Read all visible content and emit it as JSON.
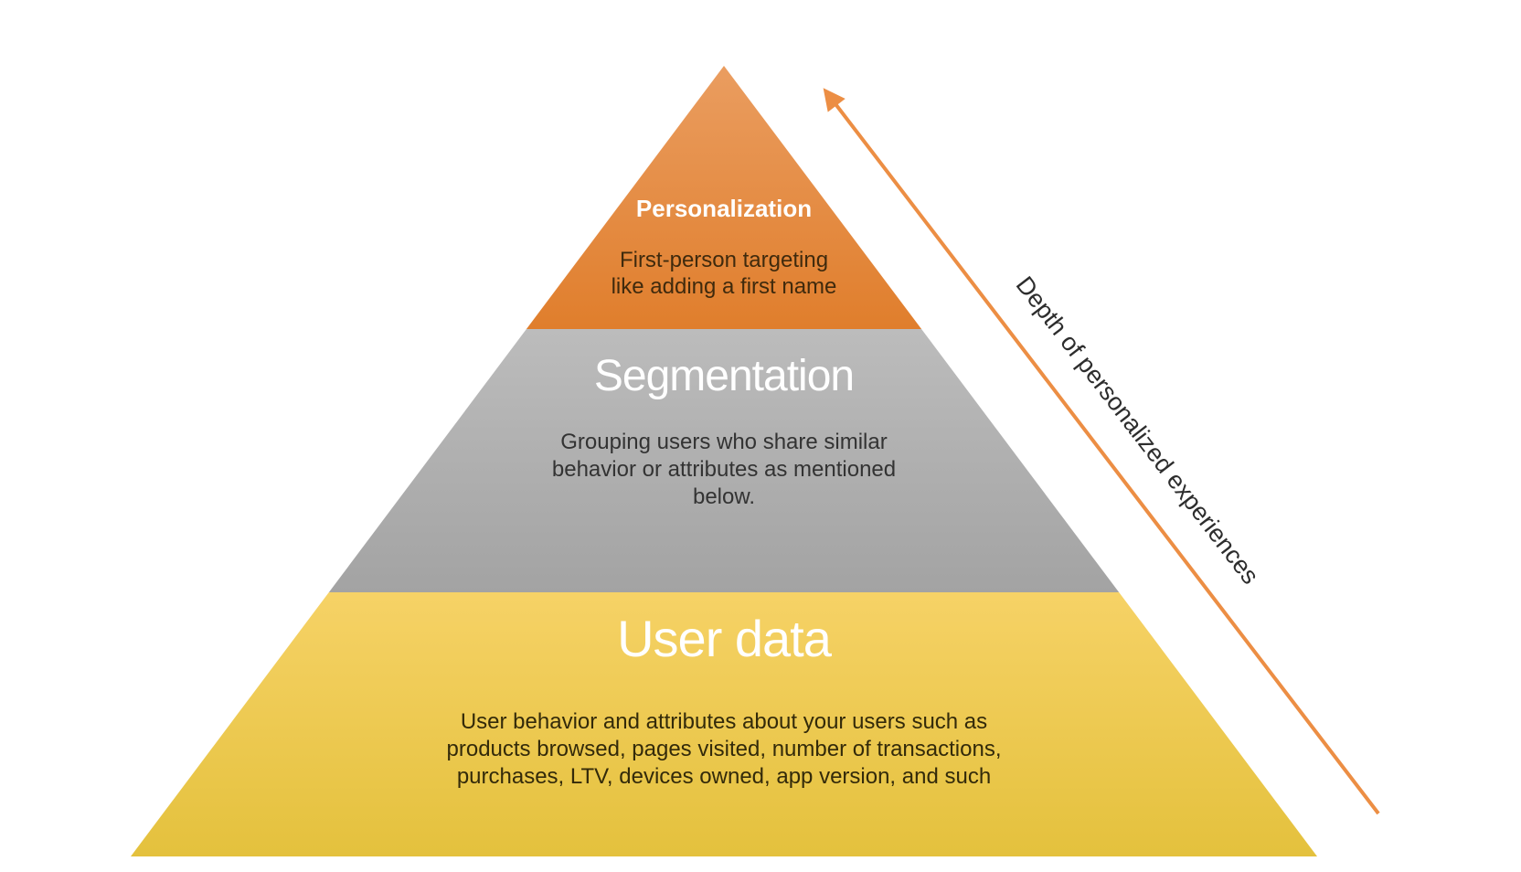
{
  "page": {
    "background_color": "#FFFFFF"
  },
  "pyramid": {
    "levels": [
      {
        "name": "personalization",
        "title": "Personalization",
        "description": "First-person targeting\nlike adding a first name",
        "color_top": "#EA9D60",
        "color_bottom": "#E07E2C",
        "title_color": "#FFFFFF",
        "description_color": "#3F2A0D"
      },
      {
        "name": "segmentation",
        "title": "Segmentation",
        "description": "Grouping users who share similar\nbehavior or attributes as mentioned\nbelow.",
        "color_top": "#BCBCBC",
        "color_bottom": "#A3A3A3",
        "title_color": "#FFFFFF",
        "description_color": "#333333"
      },
      {
        "name": "user-data",
        "title": "User data",
        "description": "User behavior and attributes about your users such as\nproducts browsed, pages visited, number of transactions,\npurchases, LTV, devices owned, app version, and such",
        "color_top": "#F6D266",
        "color_bottom": "#E4C13D",
        "title_color": "#FFFFFF",
        "description_color": "#332A0A"
      }
    ]
  },
  "axis_arrow": {
    "label": "Depth of personalized experiences",
    "color": "#EC8E44",
    "label_color": "#2D2D2D"
  }
}
